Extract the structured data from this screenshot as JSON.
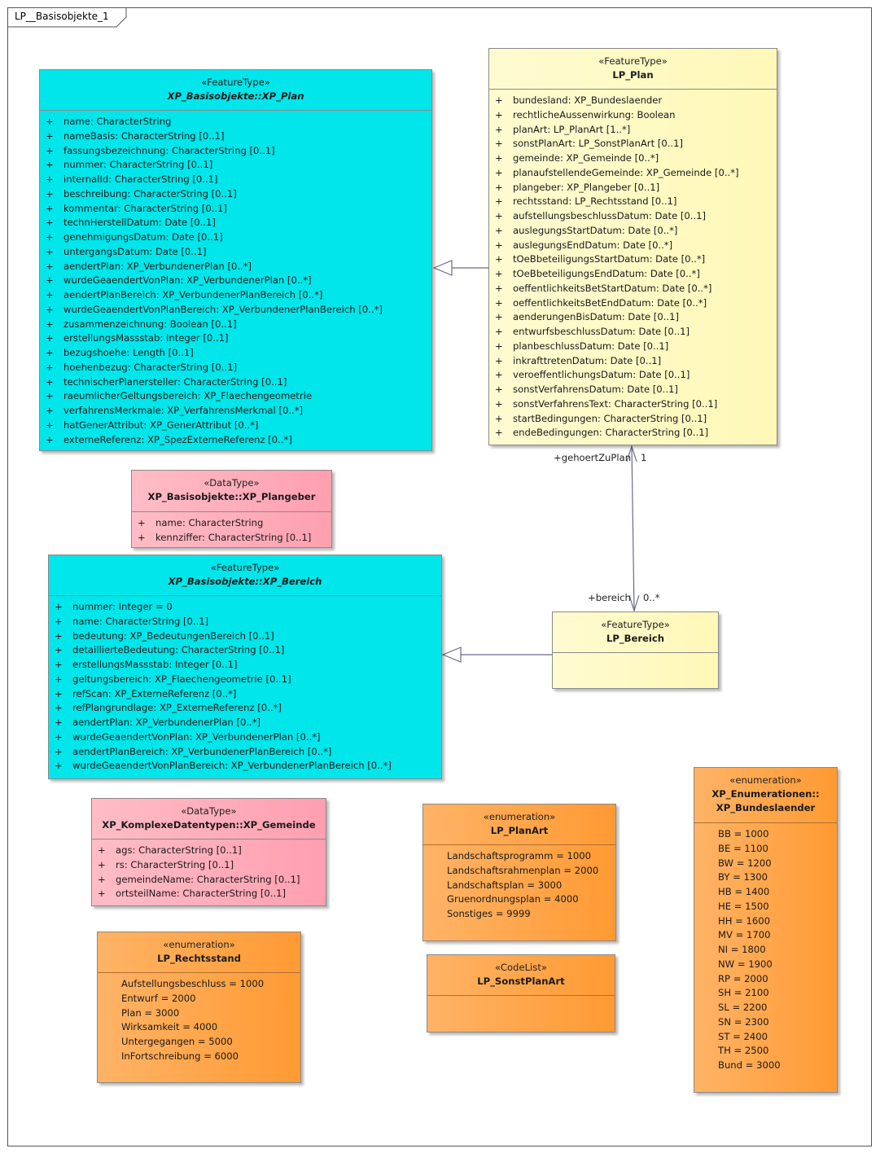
{
  "frame": {
    "title": "LP__Basisobjekte_1"
  },
  "classes": {
    "xp_plan": {
      "stereotype": "«FeatureType»",
      "name": "XP_Basisobjekte::XP_Plan",
      "attributes": [
        "name: CharacterString",
        "nameBasis: CharacterString [0..1]",
        "fassungsbezeichnung: CharacterString [0..1]",
        "nummer: CharacterString [0..1]",
        "internalId: CharacterString [0..1]",
        "beschreibung: CharacterString [0..1]",
        "kommentar: CharacterString [0..1]",
        "technHerstellDatum: Date [0..1]",
        "genehmigungsDatum: Date [0..1]",
        "untergangsDatum: Date [0..1]",
        "aendertPlan: XP_VerbundenerPlan [0..*]",
        "wurdeGeaendertVonPlan: XP_VerbundenerPlan [0..*]",
        "aendertPlanBereich: XP_VerbundenerPlanBereich [0..*]",
        "wurdeGeaendertVonPlanBereich: XP_VerbundenerPlanBereich [0..*]",
        "zusammenzeichnung: Boolean [0..1]",
        "erstellungsMassstab: Integer [0..1]",
        "bezugshoehe: Length [0..1]",
        "hoehenbezug: CharacterString [0..1]",
        "technischerPlanersteller: CharacterString [0..1]",
        "raeumlicherGeltungsbereich: XP_Flaechengeometrie",
        "verfahrensMerkmale: XP_VerfahrensMerkmal [0..*]",
        "hatGenerAttribut: XP_GenerAttribut [0..*]",
        "externeReferenz: XP_SpezExterneReferenz [0..*]"
      ]
    },
    "lp_plan": {
      "stereotype": "«FeatureType»",
      "name": "LP_Plan",
      "attributes": [
        "bundesland: XP_Bundeslaender",
        "rechtlicheAussenwirkung: Boolean",
        "planArt: LP_PlanArt [1..*]",
        "sonstPlanArt: LP_SonstPlanArt [0..1]",
        "gemeinde: XP_Gemeinde [0..*]",
        "planaufstellendeGemeinde: XP_Gemeinde [0..*]",
        "plangeber: XP_Plangeber [0..1]",
        "rechtsstand: LP_Rechtsstand [0..1]",
        "aufstellungsbeschlussDatum: Date [0..1]",
        "auslegungsStartDatum: Date [0..*]",
        "auslegungsEndDatum: Date [0..*]",
        "tOeBbeteiligungsStartDatum: Date [0..*]",
        "tOeBbeteiligungsEndDatum: Date [0..*]",
        "oeffentlichkeitsBetStartDatum: Date [0..*]",
        "oeffentlichkeitsBetEndDatum: Date [0..*]",
        "aenderungenBisDatum: Date [0..1]",
        "entwurfsbeschlussDatum: Date [0..1]",
        "planbeschlussDatum: Date [0..1]",
        "inkrafttretenDatum: Date [0..1]",
        "veroeffentlichungsDatum: Date [0..1]",
        "sonstVerfahrensDatum: Date [0..1]",
        "sonstVerfahrensText: CharacterString [0..1]",
        "startBedingungen: CharacterString [0..1]",
        "endeBedingungen: CharacterString [0..1]"
      ]
    },
    "xp_plangeber": {
      "stereotype": "«DataType»",
      "name": "XP_Basisobjekte::XP_Plangeber",
      "attributes": [
        "name: CharacterString",
        "kennziffer: CharacterString [0..1]"
      ]
    },
    "xp_bereich": {
      "stereotype": "«FeatureType»",
      "name": "XP_Basisobjekte::XP_Bereich",
      "attributes": [
        "nummer: Integer = 0",
        "name: CharacterString [0..1]",
        "bedeutung: XP_BedeutungenBereich [0..1]",
        "detaillierteBedeutung: CharacterString [0..1]",
        "erstellungsMassstab: Integer [0..1]",
        "geltungsbereich: XP_Flaechengeometrie [0..1]",
        "refScan: XP_ExterneReferenz [0..*]",
        "refPlangrundlage: XP_ExterneReferenz [0..*]",
        "aendertPlan: XP_VerbundenerPlan [0..*]",
        "wurdeGeaendertVonPlan: XP_VerbundenerPlan [0..*]",
        "aendertPlanBereich: XP_VerbundenerPlanBereich [0..*]",
        "wurdeGeaendertVonPlanBereich: XP_VerbundenerPlanBereich [0..*]"
      ]
    },
    "lp_bereich": {
      "stereotype": "«FeatureType»",
      "name": "LP_Bereich",
      "attributes": []
    },
    "xp_gemeinde": {
      "stereotype": "«DataType»",
      "name": "XP_KomplexeDatentypen::XP_Gemeinde",
      "attributes": [
        "ags: CharacterString [0..1]",
        "rs: CharacterString [0..1]",
        "gemeindeName: CharacterString [0..1]",
        "ortsteilName: CharacterString [0..1]"
      ]
    },
    "lp_planart": {
      "stereotype": "«enumeration»",
      "name": "LP_PlanArt",
      "literals": [
        "Landschaftsprogramm = 1000",
        "Landschaftsrahmenplan = 2000",
        "Landschaftsplan = 3000",
        "Gruenordnungsplan = 4000",
        "Sonstiges = 9999"
      ]
    },
    "lp_sonstplanart": {
      "stereotype": "«CodeList»",
      "name": "LP_SonstPlanArt",
      "literals": []
    },
    "lp_rechtsstand": {
      "stereotype": "«enumeration»",
      "name": "LP_Rechtsstand",
      "literals": [
        "Aufstellungsbeschluss = 1000",
        "Entwurf = 2000",
        "Plan = 3000",
        "Wirksamkeit = 4000",
        "Untergegangen = 5000",
        "InFortschreibung = 6000"
      ]
    },
    "xp_bundeslaender": {
      "stereotype": "«enumeration»",
      "name_line1": "XP_Enumerationen::",
      "name_line2": "XP_Bundeslaender",
      "literals": [
        "BB = 1000",
        "BE = 1100",
        "BW = 1200",
        "BY = 1300",
        "HB = 1400",
        "HE = 1500",
        "HH = 1600",
        "MV = 1700",
        "NI = 1800",
        "NW = 1900",
        "RP = 2000",
        "SH = 2100",
        "SL = 2200",
        "SN = 2300",
        "ST = 2400",
        "TH = 2500",
        "Bund = 3000"
      ]
    }
  },
  "association": {
    "role_plan": "+gehoertZuPlan",
    "mult_plan": "1",
    "role_bereich": "+bereich",
    "mult_bereich": "0..*"
  },
  "visibility_symbol": "+",
  "colors": {
    "feature_xp": "#00e6ea",
    "feature_lp": "#fff8b8",
    "datatype": "#ffa8b8",
    "enumeration": "#ffa64d",
    "line": "#6a6a8a"
  }
}
